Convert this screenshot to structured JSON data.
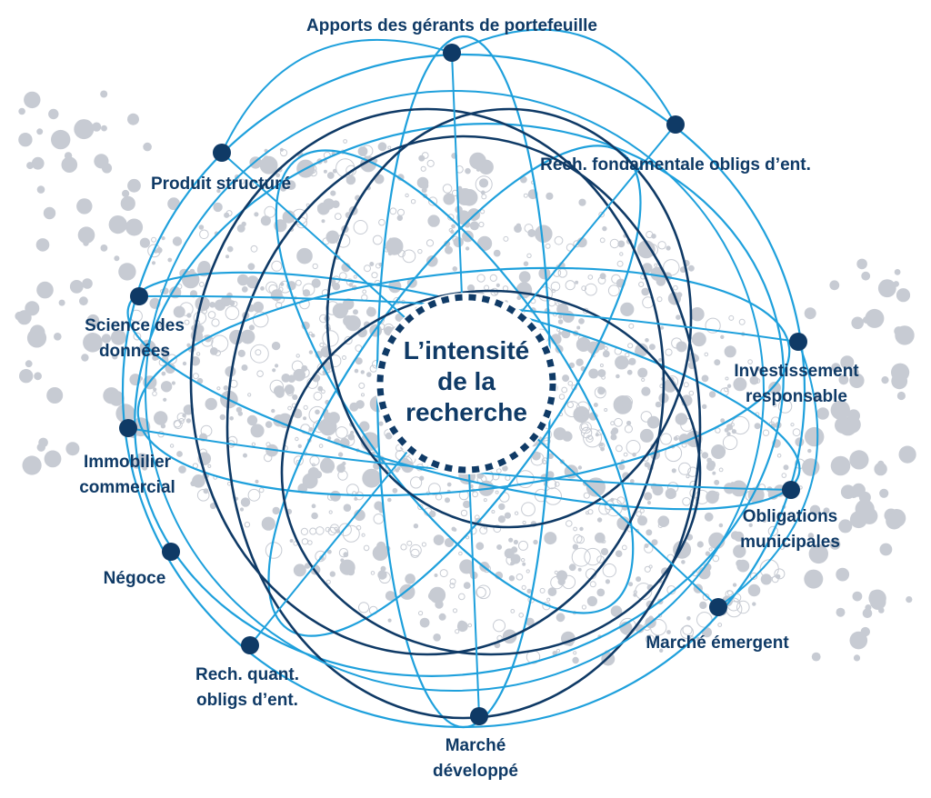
{
  "colors": {
    "accent": "#1ea0dc",
    "dark": "#0f3a66",
    "bubble": "#c7cbd3",
    "background": "#ffffff"
  },
  "center": {
    "lines": [
      "L’intensité",
      "de la",
      "recherche"
    ]
  },
  "nodes": [
    {
      "id": "apports",
      "label_lines": [
        "Apports des gérants de portefeuille"
      ]
    },
    {
      "id": "rech-fond",
      "label_lines": [
        "Rech. fondamentale obligs d’ent."
      ]
    },
    {
      "id": "produit",
      "label_lines": [
        "Produit structuré"
      ]
    },
    {
      "id": "science",
      "label_lines": [
        "Science des",
        "données"
      ]
    },
    {
      "id": "investissement",
      "label_lines": [
        "Investissement",
        "responsable"
      ]
    },
    {
      "id": "immobilier",
      "label_lines": [
        "Immobilier",
        "commercial"
      ]
    },
    {
      "id": "obligations",
      "label_lines": [
        "Obligations",
        "municipales"
      ]
    },
    {
      "id": "negoce",
      "label_lines": [
        "Négoce"
      ]
    },
    {
      "id": "marche-emergent",
      "label_lines": [
        "Marché émergent"
      ]
    },
    {
      "id": "rech-quant",
      "label_lines": [
        "Rech. quant.",
        "obligs d’ent."
      ]
    },
    {
      "id": "marche-developpe",
      "label_lines": [
        "Marché",
        "développé"
      ]
    }
  ]
}
